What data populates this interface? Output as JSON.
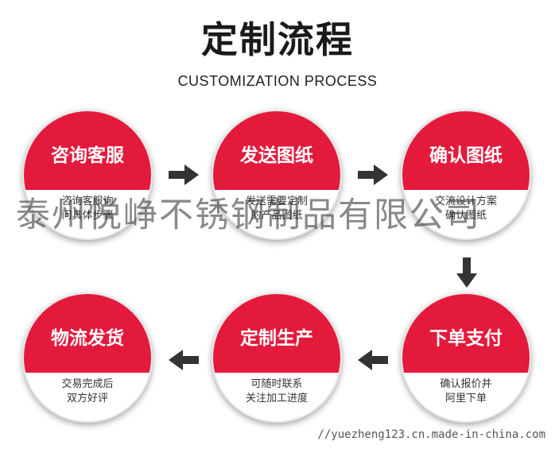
{
  "title": "定制流程",
  "subtitle": "CUSTOMIZATION PROCESS",
  "steps": [
    {
      "head": "咨询客服",
      "line1": "咨询客服询",
      "line2": "问具体步骤"
    },
    {
      "head": "发送图纸",
      "line1": "发送需要定制",
      "line2": "的产品图纸"
    },
    {
      "head": "确认图纸",
      "line1": "交流设计方案",
      "line2": "确认图纸"
    },
    {
      "head": "下单支付",
      "line1": "确认报价并",
      "line2": "阿里下单"
    },
    {
      "head": "定制生产",
      "line1": "可随时联系",
      "line2": "关注加工进度"
    },
    {
      "head": "物流发货",
      "line1": "交易完成后",
      "line2": "双方好评"
    }
  ],
  "watermark": "泰州悦峥不锈钢制品有限公司",
  "url": "//yuezheng123.cn.made-in-china.com",
  "colors": {
    "accent": "#e31a3c",
    "arrow": "#333333"
  },
  "icons": [
    "arrow-right-icon",
    "arrow-down-icon",
    "arrow-left-icon"
  ]
}
